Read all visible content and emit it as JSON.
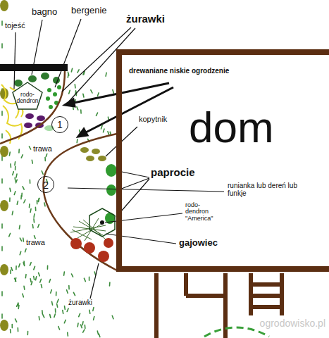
{
  "diagram": {
    "nodes": [
      {
        "text": [
          "dom"
        ]
      },
      {
        "text": [
          "1"
        ]
      },
      {
        "text": [
          "2"
        ]
      },
      {
        "text": [
          "rodo- dendron"
        ]
      }
    ],
    "labels": [
      "tojeść",
      "bagno",
      "bergenie",
      "żurawki",
      "drewaniane niskie ogrodzenie",
      "trawa",
      "kopytnik",
      "paprocie",
      "runianka lub dereń lub funkje",
      "rodo- dendron \"America\"",
      "gajowiec",
      "trawa",
      "żurawki",
      "ogrodowisko.pl"
    ]
  }
}
